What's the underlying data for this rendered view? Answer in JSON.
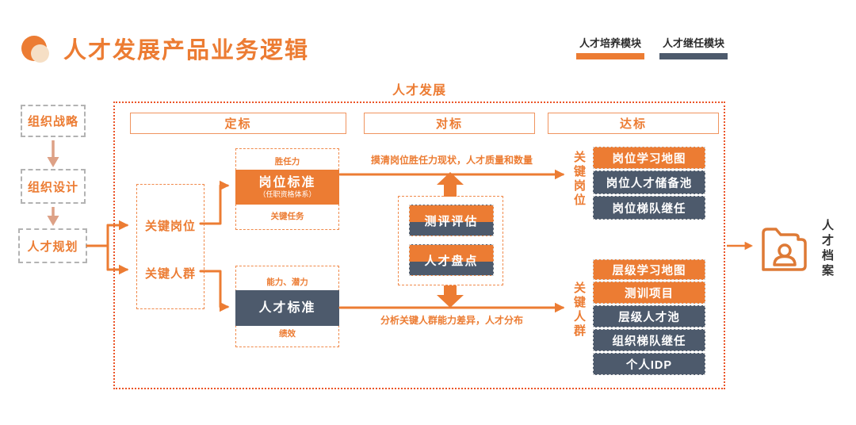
{
  "page": {
    "title": "人才发展产品业务逻辑"
  },
  "legend": {
    "items": [
      {
        "label": "人才培养模块",
        "color": "#EC7C33"
      },
      {
        "label": "人才继任模块",
        "color": "#4D5A6C"
      }
    ]
  },
  "pre_flow": {
    "steps": [
      "组织战略",
      "组织设计",
      "人才规划"
    ]
  },
  "main": {
    "title": "人才发展",
    "columns": [
      "定标",
      "对标",
      "达标"
    ]
  },
  "inputs": {
    "items": [
      "关键岗位",
      "关键人群"
    ]
  },
  "standards": {
    "position": {
      "top": "胜任力",
      "name": "岗位标准",
      "subtitle": "（任职资格体系）",
      "bottom": "关键任务"
    },
    "talent": {
      "top": "能力、潜力",
      "name": "人才标准",
      "bottom": "绩效"
    }
  },
  "assessment": {
    "items": [
      "测评评估",
      "人才盘点"
    ]
  },
  "flow_notes": {
    "top": "摸清岗位胜任力现状，人才质量和数量",
    "bottom": "分析关键人群能力差异，人才分布"
  },
  "outcomes": {
    "position": {
      "label": "关键岗位",
      "items": [
        {
          "text": "岗位学习地图",
          "module": "train"
        },
        {
          "text": "岗位人才储备池",
          "module": "succession"
        },
        {
          "text": "岗位梯队继任",
          "module": "succession"
        }
      ]
    },
    "group": {
      "label": "关键人群",
      "items": [
        {
          "text": "层级学习地图",
          "module": "train"
        },
        {
          "text": "测训项目",
          "module": "train"
        },
        {
          "text": "层级人才池",
          "module": "succession"
        },
        {
          "text": "组织梯队继任",
          "module": "succession"
        },
        {
          "text": "个人IDP",
          "module": "succession"
        }
      ]
    }
  },
  "archive": {
    "label": "人才档案"
  },
  "colors": {
    "orange": "#EC7C33",
    "navy": "#4D5A6C",
    "container_dots": "#EB5528",
    "pre_arrow": "#DDA186"
  }
}
